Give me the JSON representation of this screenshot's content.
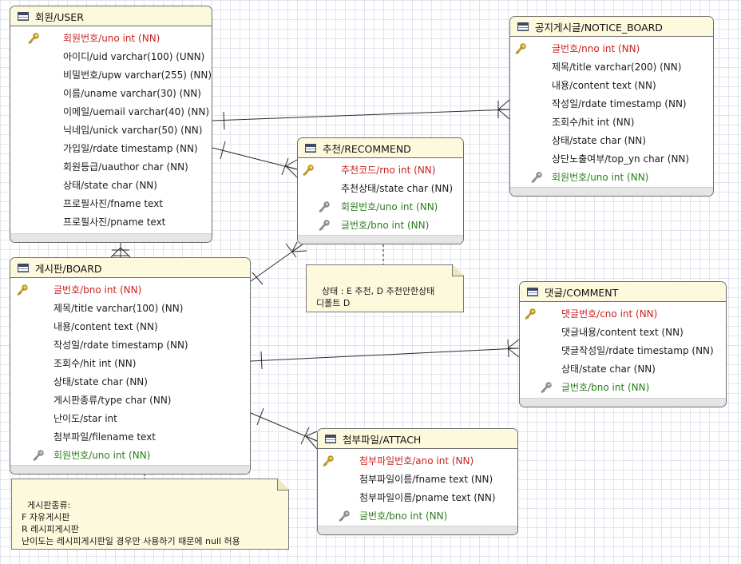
{
  "entities": {
    "user": {
      "title": "회원/USER",
      "columns": [
        {
          "text": "회원번호/uno int (NN)",
          "key": "pk"
        },
        {
          "text": "아이디/uid varchar(100) (UNN)",
          "key": ""
        },
        {
          "text": "비밀번호/upw varchar(255) (NN)",
          "key": ""
        },
        {
          "text": "이름/uname varchar(30) (NN)",
          "key": ""
        },
        {
          "text": "이메일/uemail varchar(40) (NN)",
          "key": ""
        },
        {
          "text": "닉네임/unick varchar(50) (NN)",
          "key": ""
        },
        {
          "text": "가입일/rdate timestamp (NN)",
          "key": ""
        },
        {
          "text": "회원등급/uauthor char (NN)",
          "key": ""
        },
        {
          "text": "상태/state char (NN)",
          "key": ""
        },
        {
          "text": "프로필사진/fname text",
          "key": ""
        },
        {
          "text": "프로필사진/pname text",
          "key": ""
        }
      ]
    },
    "notice_board": {
      "title": "공지게시글/NOTICE_BOARD",
      "columns": [
        {
          "text": "글번호/nno int (NN)",
          "key": "pk"
        },
        {
          "text": "제목/title varchar(200) (NN)",
          "key": ""
        },
        {
          "text": "내용/content text (NN)",
          "key": ""
        },
        {
          "text": "작성일/rdate timestamp (NN)",
          "key": ""
        },
        {
          "text": "조회수/hit int (NN)",
          "key": ""
        },
        {
          "text": "상태/state char (NN)",
          "key": ""
        },
        {
          "text": "상단노출여부/top_yn char (NN)",
          "key": ""
        },
        {
          "text": "회원번호/uno int (NN)",
          "key": "fk"
        }
      ]
    },
    "recommend": {
      "title": "추천/RECOMMEND",
      "columns": [
        {
          "text": "추천코드/rno int (NN)",
          "key": "pk"
        },
        {
          "text": "추천상태/state char (NN)",
          "key": ""
        },
        {
          "text": "회원번호/uno int (NN)",
          "key": "fk"
        },
        {
          "text": "글번호/bno int (NN)",
          "key": "fk"
        }
      ]
    },
    "board": {
      "title": "게시판/BOARD",
      "columns": [
        {
          "text": "글번호/bno int (NN)",
          "key": "pk"
        },
        {
          "text": "제목/title varchar(100) (NN)",
          "key": ""
        },
        {
          "text": "내용/content text (NN)",
          "key": ""
        },
        {
          "text": "작성일/rdate timestamp (NN)",
          "key": ""
        },
        {
          "text": "조회수/hit int (NN)",
          "key": ""
        },
        {
          "text": "상태/state char (NN)",
          "key": ""
        },
        {
          "text": "게시판종류/type char (NN)",
          "key": ""
        },
        {
          "text": "난이도/star int",
          "key": ""
        },
        {
          "text": "첨부파일/filename text",
          "key": ""
        },
        {
          "text": "회원번호/uno int (NN)",
          "key": "fk"
        }
      ]
    },
    "comment": {
      "title": "댓글/COMMENT",
      "columns": [
        {
          "text": "댓글번호/cno int (NN)",
          "key": "pk"
        },
        {
          "text": "댓글내용/content text (NN)",
          "key": ""
        },
        {
          "text": "댓글작성일/rdate timestamp (NN)",
          "key": ""
        },
        {
          "text": "상태/state char (NN)",
          "key": ""
        },
        {
          "text": "글번호/bno int (NN)",
          "key": "fk"
        }
      ]
    },
    "attach": {
      "title": "첨부파일/ATTACH",
      "columns": [
        {
          "text": "첨부파일번호/ano int (NN)",
          "key": "pk"
        },
        {
          "text": "첨부파일이름/fname text (NN)",
          "key": ""
        },
        {
          "text": "첨부파일이름/pname text (NN)",
          "key": ""
        },
        {
          "text": "글번호/bno int (NN)",
          "key": "fk"
        }
      ]
    }
  },
  "notes": {
    "recommend_note": "상태 : E 추천, D 추천안한상태\n디폴트 D",
    "board_note": "게시판종류:\nF 자유게시판\nR 레시피게시판\n난이도는 레시피게시판일 경우만 사용하기 때문에 null 허용"
  },
  "colors": {
    "primary_key": "#c8231f",
    "foreign_key": "#2a7d1d",
    "header_bg": "#fdf9dc",
    "grid": "#e3e3ee"
  }
}
